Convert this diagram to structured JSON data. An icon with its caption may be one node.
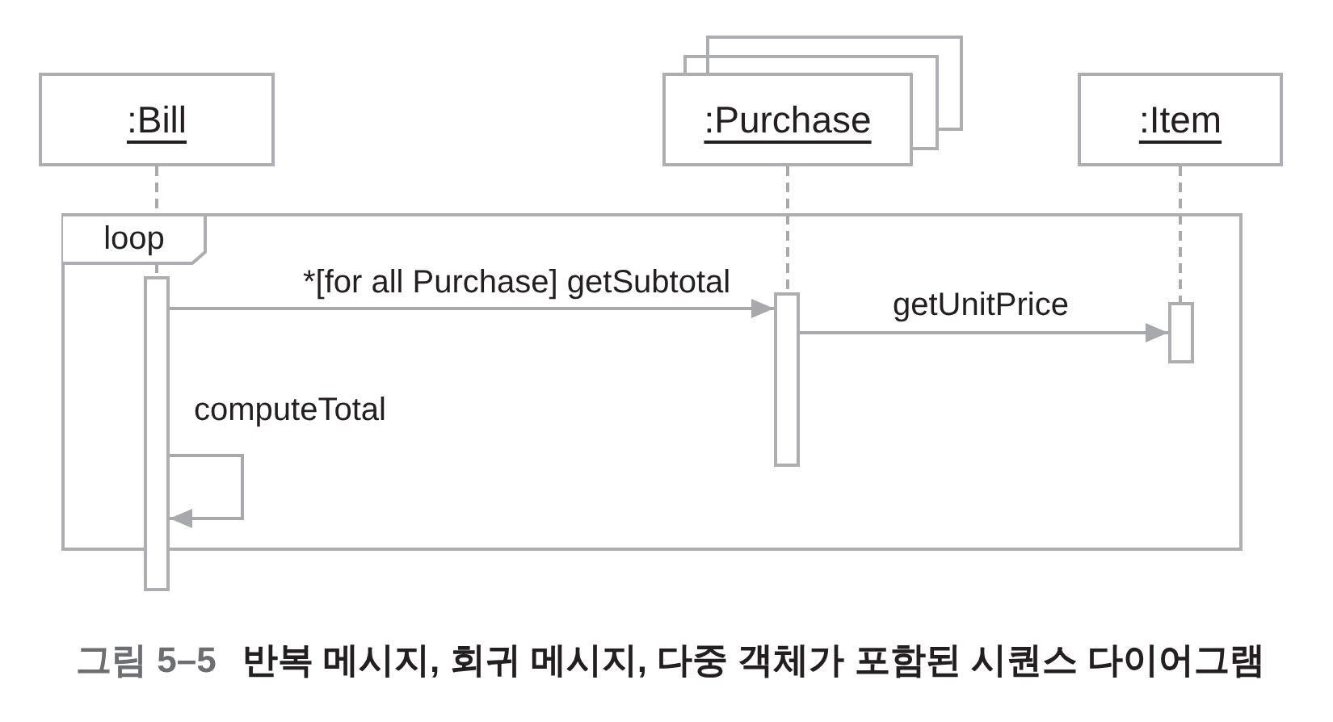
{
  "diagram": {
    "caption": "그림 5–5 **반복 메시지, 회귀 메시지, 다중 객체가 포함된 시퀀스 다이어그램**",
    "nodes": [
      {
        "text": [
          ":Bill"
        ]
      },
      {
        "text": [
          ":Purchase"
        ]
      },
      {
        "text": [
          ":Item"
        ]
      },
      {
        "text": [
          "loop"
        ]
      },
      {
        "text": [],
        "shape": "bar"
      },
      {
        "text": [],
        "shape": "bar",
        "in": 3
      },
      {
        "text": [],
        "shape": "bar",
        "in": 3
      }
    ],
    "edges": [
      {
        "from": 0,
        "to": 4,
        "arrow": "none",
        "style": "dashed"
      },
      {
        "from": 1,
        "to": 5,
        "arrow": "none",
        "style": "dashed"
      },
      {
        "from": 2,
        "to": 6,
        "arrow": "none",
        "style": "dashed"
      },
      {
        "from": 4,
        "to": 5,
        "arrow": "to",
        "label": "*[for all Purchase] getSubtotal"
      },
      {
        "from": 5,
        "to": 6,
        "arrow": "to",
        "label": "getUnitPrice"
      },
      {
        "from": 4,
        "to": 4,
        "arrow": "to",
        "label": "computeTotal"
      }
    ]
  }
}
